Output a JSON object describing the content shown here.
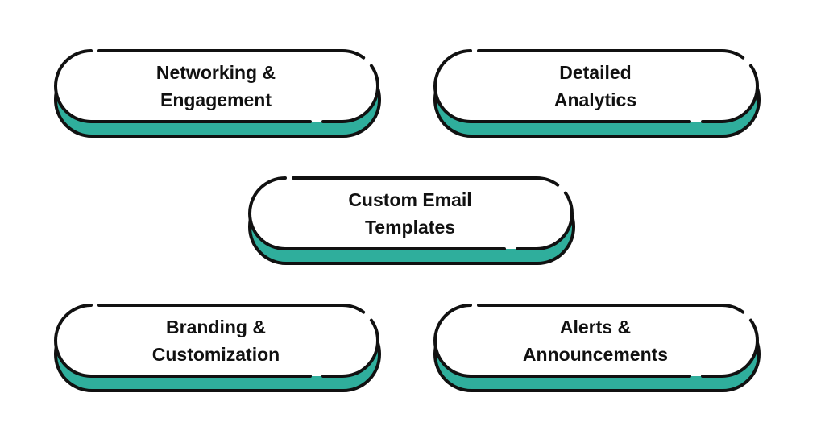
{
  "colors": {
    "accent": "#2fae9c",
    "stroke": "#111111",
    "fill": "#ffffff"
  },
  "pills": [
    {
      "line1": "Networking &",
      "line2": "Engagement"
    },
    {
      "line1": "Detailed",
      "line2": "Analytics"
    },
    {
      "line1": "Custom Email",
      "line2": "Templates"
    },
    {
      "line1": "Branding &",
      "line2": "Customization"
    },
    {
      "line1": "Alerts &",
      "line2": "Announcements"
    }
  ]
}
